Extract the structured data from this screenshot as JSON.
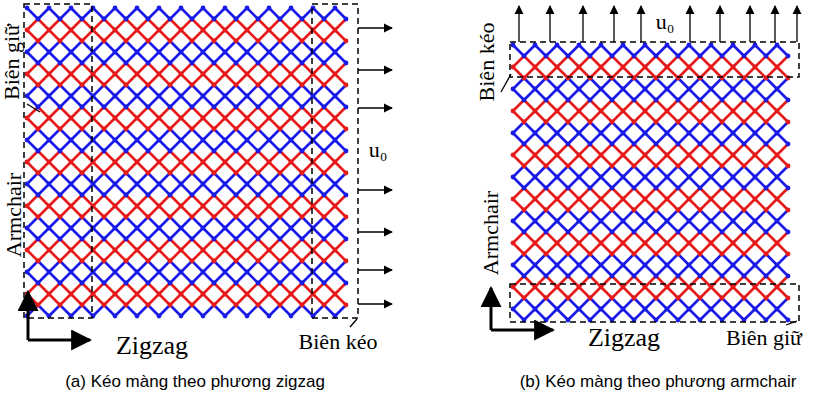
{
  "diagram": {
    "labels": [
      "Biên giữ",
      "Armchair",
      "Zigzag",
      "u₀",
      "Biên kéo",
      "(a) Kéo màng theo phương zigzag",
      "u₀",
      "Biên kéo",
      "Armchair",
      "Zigzag",
      "Biên giữ",
      "(b) Kéo màng theo phương armchair"
    ]
  }
}
